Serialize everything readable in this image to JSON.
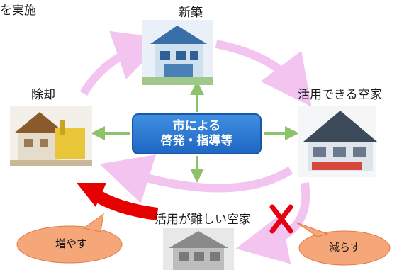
{
  "top_fragment": "を実施",
  "nodes": {
    "new_build": "新築",
    "usable_vacant": "活用できる空家",
    "hard_vacant": "活用が難しい空家",
    "demolish": "除却"
  },
  "center": {
    "line1": "市による",
    "line2": "啓発・指導等"
  },
  "callouts": {
    "increase": "増やす",
    "decrease": "減らす"
  },
  "colors": {
    "cycle_arrow": "#f4c4f0",
    "center_box": "#2d7bd6",
    "spoke_arrow": "#8cc26a",
    "red_arrow": "#e60000",
    "callout_fill": "#f6a77a",
    "x_mark": "#e60012"
  },
  "icons": [
    "house-new-icon",
    "house-usable-icon",
    "house-hard-icon",
    "house-demolish-icon",
    "x-mark-icon"
  ]
}
